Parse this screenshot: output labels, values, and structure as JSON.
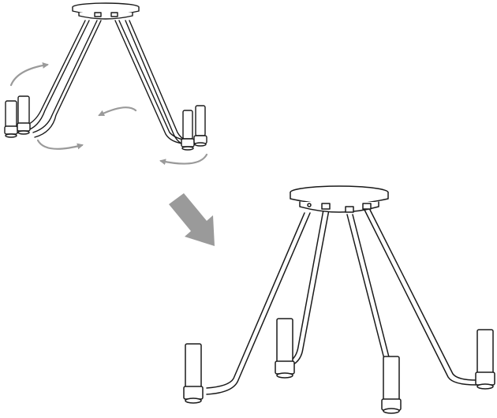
{
  "figure": {
    "kind": "assembly-instruction-illustration",
    "colors": {
      "line": "#1a1a1a",
      "fill": "#ffffff",
      "arrow": "#9a9a9a",
      "background": "#ffffff"
    },
    "top_view": {
      "label": "",
      "arms": 4,
      "sockets": 4,
      "rotation_arrows": 4,
      "state": "folded"
    },
    "bottom_view": {
      "label": "",
      "arms": 4,
      "sockets": 4,
      "state": "arms-spread"
    },
    "transition_arrow": {
      "icon": "big-arrow-down-right-icon",
      "color": "#9a9a9a"
    }
  }
}
